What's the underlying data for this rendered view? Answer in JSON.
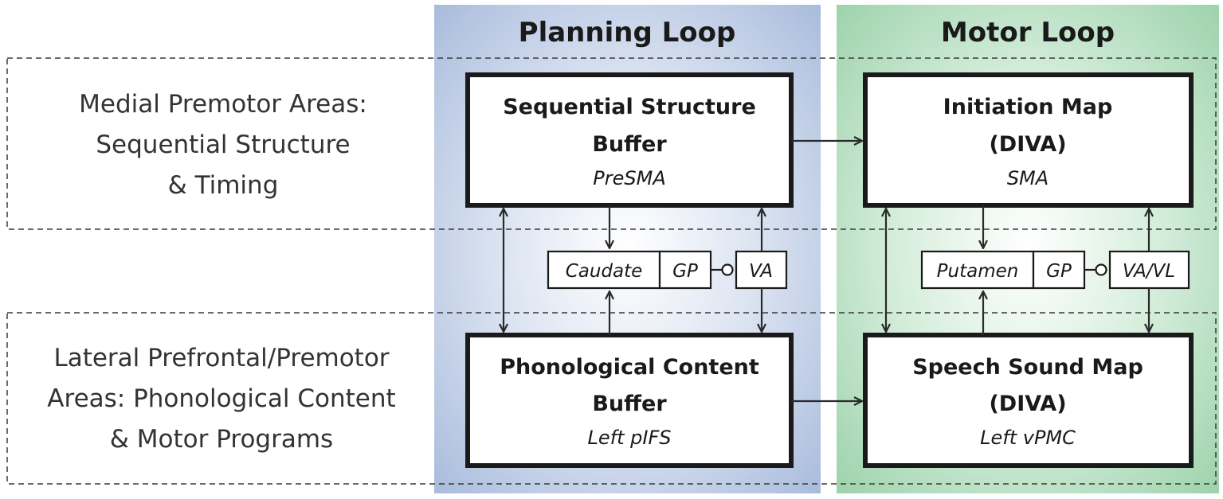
{
  "columns": {
    "planning_loop": {
      "title": "Planning Loop",
      "color": "#a3b7da"
    },
    "motor_loop": {
      "title": "Motor Loop",
      "color": "#96cfa6"
    }
  },
  "rows": {
    "top": {
      "label_lines": [
        "Medial Premotor Areas:",
        "Sequential Structure",
        "& Timing"
      ]
    },
    "bottom": {
      "label_lines": [
        "Lateral Prefrontal/Premotor",
        "Areas: Phonological Content",
        "& Motor Programs"
      ]
    }
  },
  "boxes": {
    "sequential_structure_buffer": {
      "title_lines": [
        "Sequential Structure",
        "Buffer"
      ],
      "region": "PreSMA"
    },
    "initiation_map": {
      "title_lines": [
        "Initiation Map",
        "(DIVA)"
      ],
      "region": "SMA"
    },
    "phonological_content_buffer": {
      "title_lines": [
        "Phonological Content",
        "Buffer"
      ],
      "region": "Left pIFS"
    },
    "speech_sound_map": {
      "title_lines": [
        "Speech Sound Map",
        "(DIVA)"
      ],
      "region": "Left vPMC"
    }
  },
  "basal_ganglia": {
    "planning": {
      "striatum": "Caudate",
      "pallidum": "GP",
      "thalamus": "VA"
    },
    "motor": {
      "striatum": "Putamen",
      "pallidum": "GP",
      "thalamus": "VA/VL"
    }
  }
}
